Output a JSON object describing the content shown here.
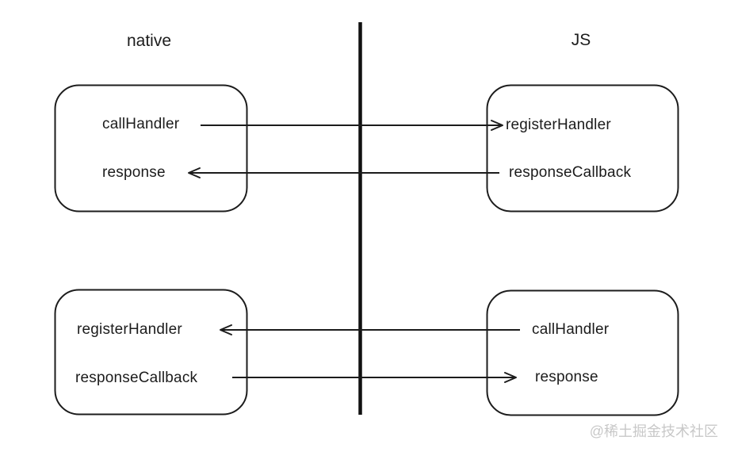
{
  "titles": {
    "left_column": "native",
    "right_column": "JS"
  },
  "boxes": {
    "native_top": {
      "row1": "callHandler",
      "row2": "response"
    },
    "js_top": {
      "row1": "registerHandler",
      "row2": "responseCallback"
    },
    "native_bottom": {
      "row1": "registerHandler",
      "row2": "responseCallback"
    },
    "js_bottom": {
      "row1": "callHandler",
      "row2": "response"
    }
  },
  "arrows": [
    {
      "from": "native_top.callHandler",
      "to": "js_top.registerHandler",
      "direction": "right"
    },
    {
      "from": "js_top.responseCallback",
      "to": "native_top.response",
      "direction": "left"
    },
    {
      "from": "js_bottom.callHandler",
      "to": "native_bottom.registerHandler",
      "direction": "left"
    },
    {
      "from": "native_bottom.responseCallback",
      "to": "js_bottom.response",
      "direction": "right"
    }
  ],
  "watermark": "@稀土掘金技术社区",
  "colors": {
    "line": "#1c1c1c",
    "watermark": "#c8c8c8",
    "background": "#ffffff"
  }
}
